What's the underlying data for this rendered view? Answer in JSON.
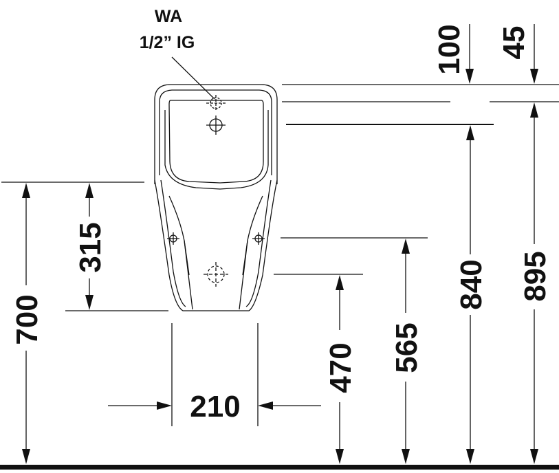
{
  "note": {
    "line1": "WA",
    "line2": "1/2” IG"
  },
  "dimensions": {
    "d100": "100",
    "d45": "45",
    "d315": "315",
    "d700": "700",
    "d840": "840",
    "d895": "895",
    "d565": "565",
    "d470": "470",
    "d210": "210"
  }
}
